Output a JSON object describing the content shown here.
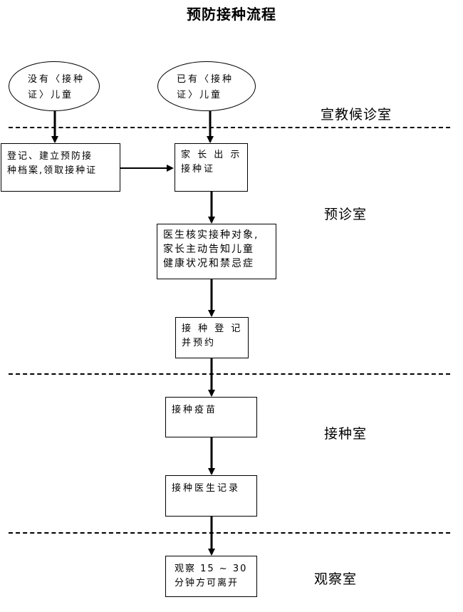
{
  "title": "预防接种流程",
  "start_nodes": {
    "no_card": [
      "没有〈接种",
      "证〉儿童"
    ],
    "has_card": [
      "已有〈接种",
      "证〉儿童"
    ]
  },
  "steps": {
    "register": [
      "登记、建立预防接",
      "种档案,领取接种证"
    ],
    "parent_show": [
      "家 长 出 示",
      "接种证"
    ],
    "doctor_check": [
      "医生核实接种对象,",
      "家长主动告知儿童",
      "健康状况和禁忌症"
    ],
    "register_appointment": [
      "接 种 登 记",
      "并预约"
    ],
    "vaccinate": [
      "接种疫苗"
    ],
    "record": [
      "接种医生记录"
    ],
    "observe": [
      "观察 15 ~ 30",
      "分钟方可离开"
    ]
  },
  "rooms": {
    "education_waiting": "宣教候诊室",
    "pre_exam": "预诊室",
    "vaccination": "接种室",
    "observation": "观察室"
  }
}
